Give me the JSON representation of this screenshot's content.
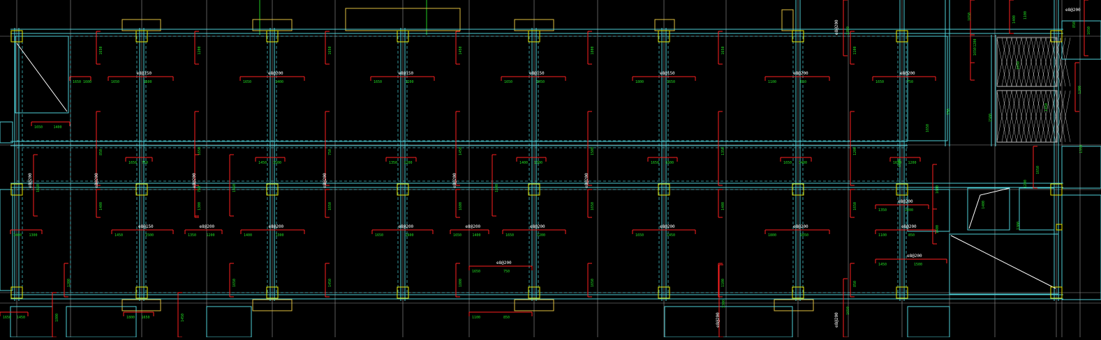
{
  "colors": {
    "background": "#000000",
    "grid": "#9a9a9a",
    "beam": "#4fd1d9",
    "beam_dashed": "#3fb8c0",
    "column": "#e6e600",
    "rebar": "#ff2020",
    "rebar_text": "#22dd22",
    "label_text": "#ffffff",
    "opening": "#ffffff",
    "hatch": "#bbbbbb",
    "projection": "#e0c040"
  },
  "labels": {
    "bay_top": [
      "e8@150",
      "e8@200",
      "e8@150",
      "e8@150",
      "e8@150",
      "e8@200",
      "e8@200"
    ],
    "bay_mid": [
      "e8@200",
      "e8@200",
      "e8@200",
      "e8@200",
      "e8@200",
      "e8@200"
    ],
    "bay_bot": [
      "e8@150",
      "e8@200",
      "e8@200",
      "e8@200",
      "e8@200",
      "e8@200",
      "e8@200",
      "e8@200",
      "e8@200"
    ],
    "misc": [
      "e8@200",
      "e8@200",
      "e8@200",
      "e8@200",
      "e8@200",
      "e8@200",
      "e8@200"
    ]
  },
  "dims": {
    "short": [
      "1650",
      "1600",
      "1650",
      "1400",
      "1650",
      "1200",
      "1650",
      "1450",
      "1800",
      "1650",
      "1100",
      "850",
      "1650",
      "750",
      "1450",
      "1500",
      "1350",
      "1200",
      "1400",
      "1300"
    ]
  }
}
